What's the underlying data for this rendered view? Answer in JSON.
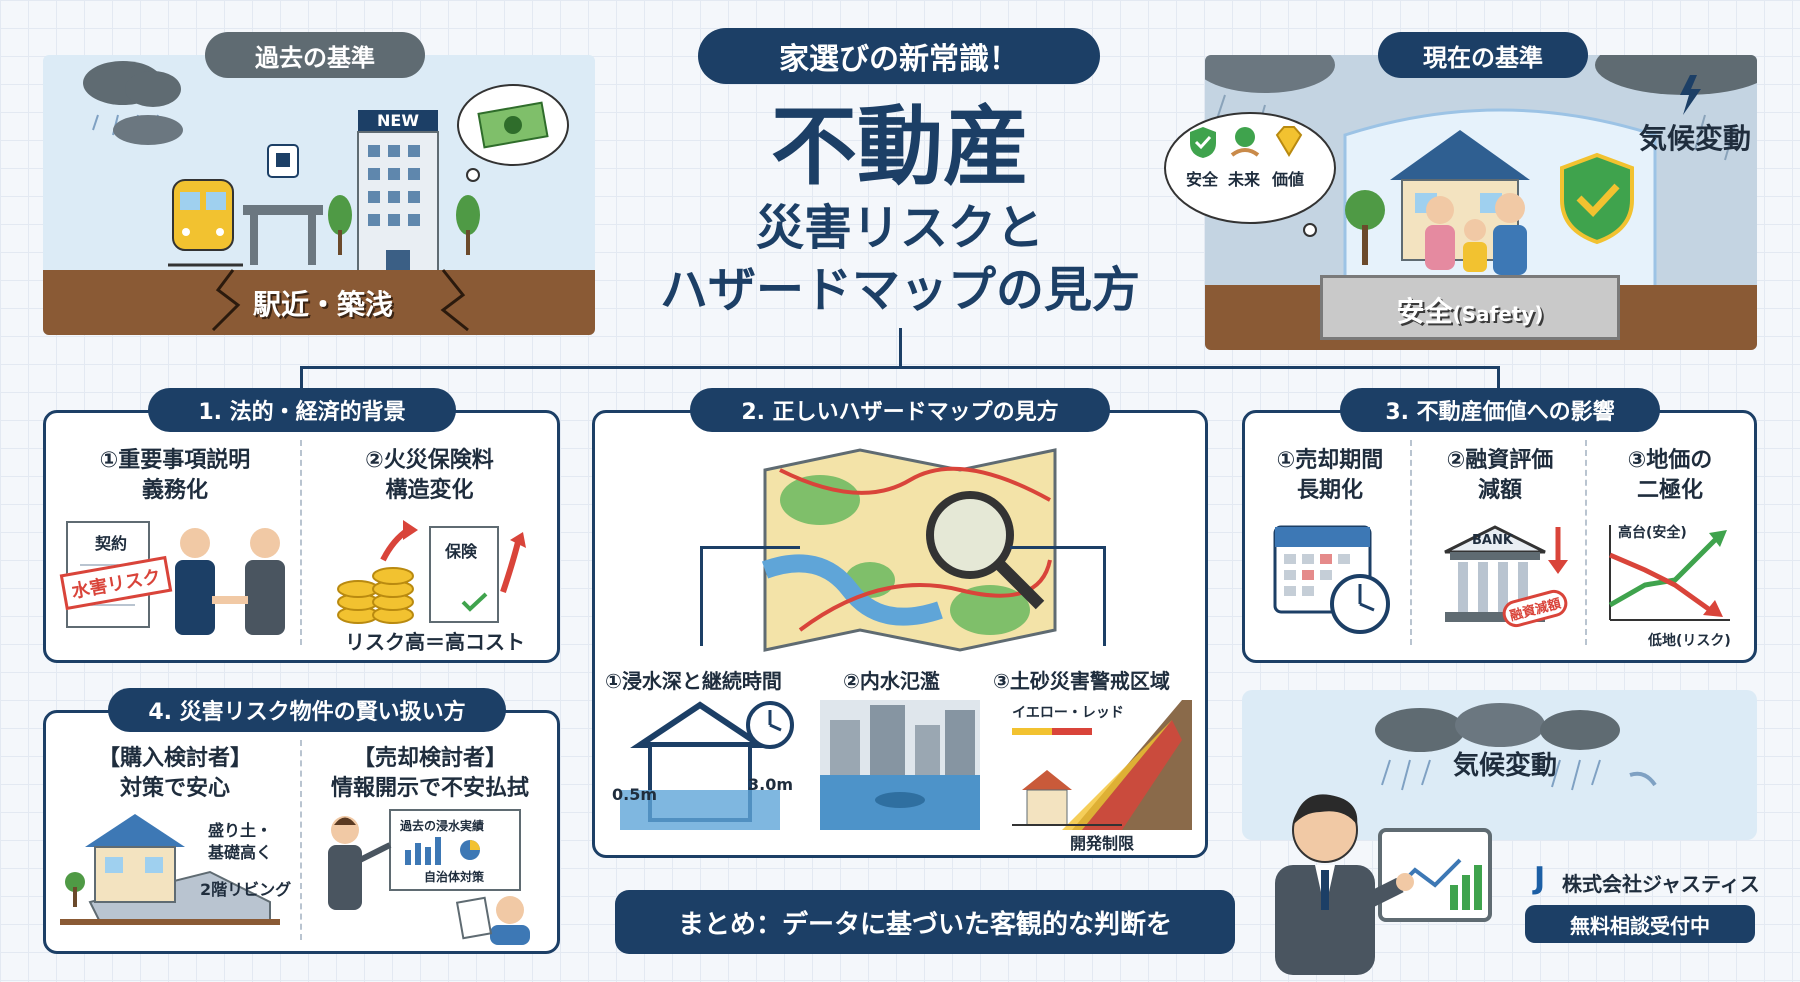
{
  "header": {
    "kicker": "家選びの新常識！",
    "title": "不動産",
    "subtitle_line1": "災害リスクと",
    "subtitle_line2": "ハザードマップの見方"
  },
  "past": {
    "tag": "過去の基準",
    "building_sign": "NEW",
    "ground_label": "駅近・築浅"
  },
  "present": {
    "tag": "現在の基準",
    "bubble_labels": [
      "安全",
      "未来",
      "価値"
    ],
    "climate": "気候変動",
    "ground_label": "安全",
    "ground_label_en": "(Safety)"
  },
  "section1": {
    "title": "1. 法的・経済的背景",
    "item1": [
      "①重要事項説明",
      "義務化"
    ],
    "item2": [
      "②火災保険料",
      "構造変化"
    ],
    "contract": "契約",
    "stamp": "水害リスク",
    "insurance": "保険",
    "caption": "リスク高＝高コスト"
  },
  "section2": {
    "title": "2. 正しいハザードマップの見方",
    "item1": "①浸水深と継続時間",
    "item2": "②内水氾濫",
    "item3": "③土砂災害警戒区域",
    "depth_low": "0.5m",
    "depth_high": "3.0m",
    "zone": "イエロー・レッド",
    "restriction": "開発制限"
  },
  "section3": {
    "title": "3. 不動産価値への影響",
    "item1": [
      "①売却期間",
      "長期化"
    ],
    "item2": [
      "②融資評価",
      "減額"
    ],
    "item3": [
      "③地価の",
      "二極化"
    ],
    "bank": "BANK",
    "bank_stamp": "融資減額",
    "high": "高台(安全)",
    "low": "低地(リスク)"
  },
  "section4": {
    "title": "4. 災害リスク物件の賢い扱い方",
    "buyer_head": "【購入検討者】",
    "buyer_body": "対策で安心",
    "seller_head": "【売却検討者】",
    "seller_body": "情報開示で不安払拭",
    "note1": [
      "盛り土・",
      "基礎高く"
    ],
    "note2": "2階リビング",
    "board1": "過去の浸水実績",
    "board2": "自治体対策"
  },
  "climate_box": {
    "label": "気候変動"
  },
  "summary": "まとめ：データに基づいた客観的な判断を",
  "company": {
    "logo": "J",
    "name": "株式会社ジャスティス",
    "cta": "無料相談受付中"
  },
  "colors": {
    "navy": "#1c3f66",
    "red": "#d9443a",
    "green": "#3fa34d",
    "gold": "#f2c230"
  }
}
